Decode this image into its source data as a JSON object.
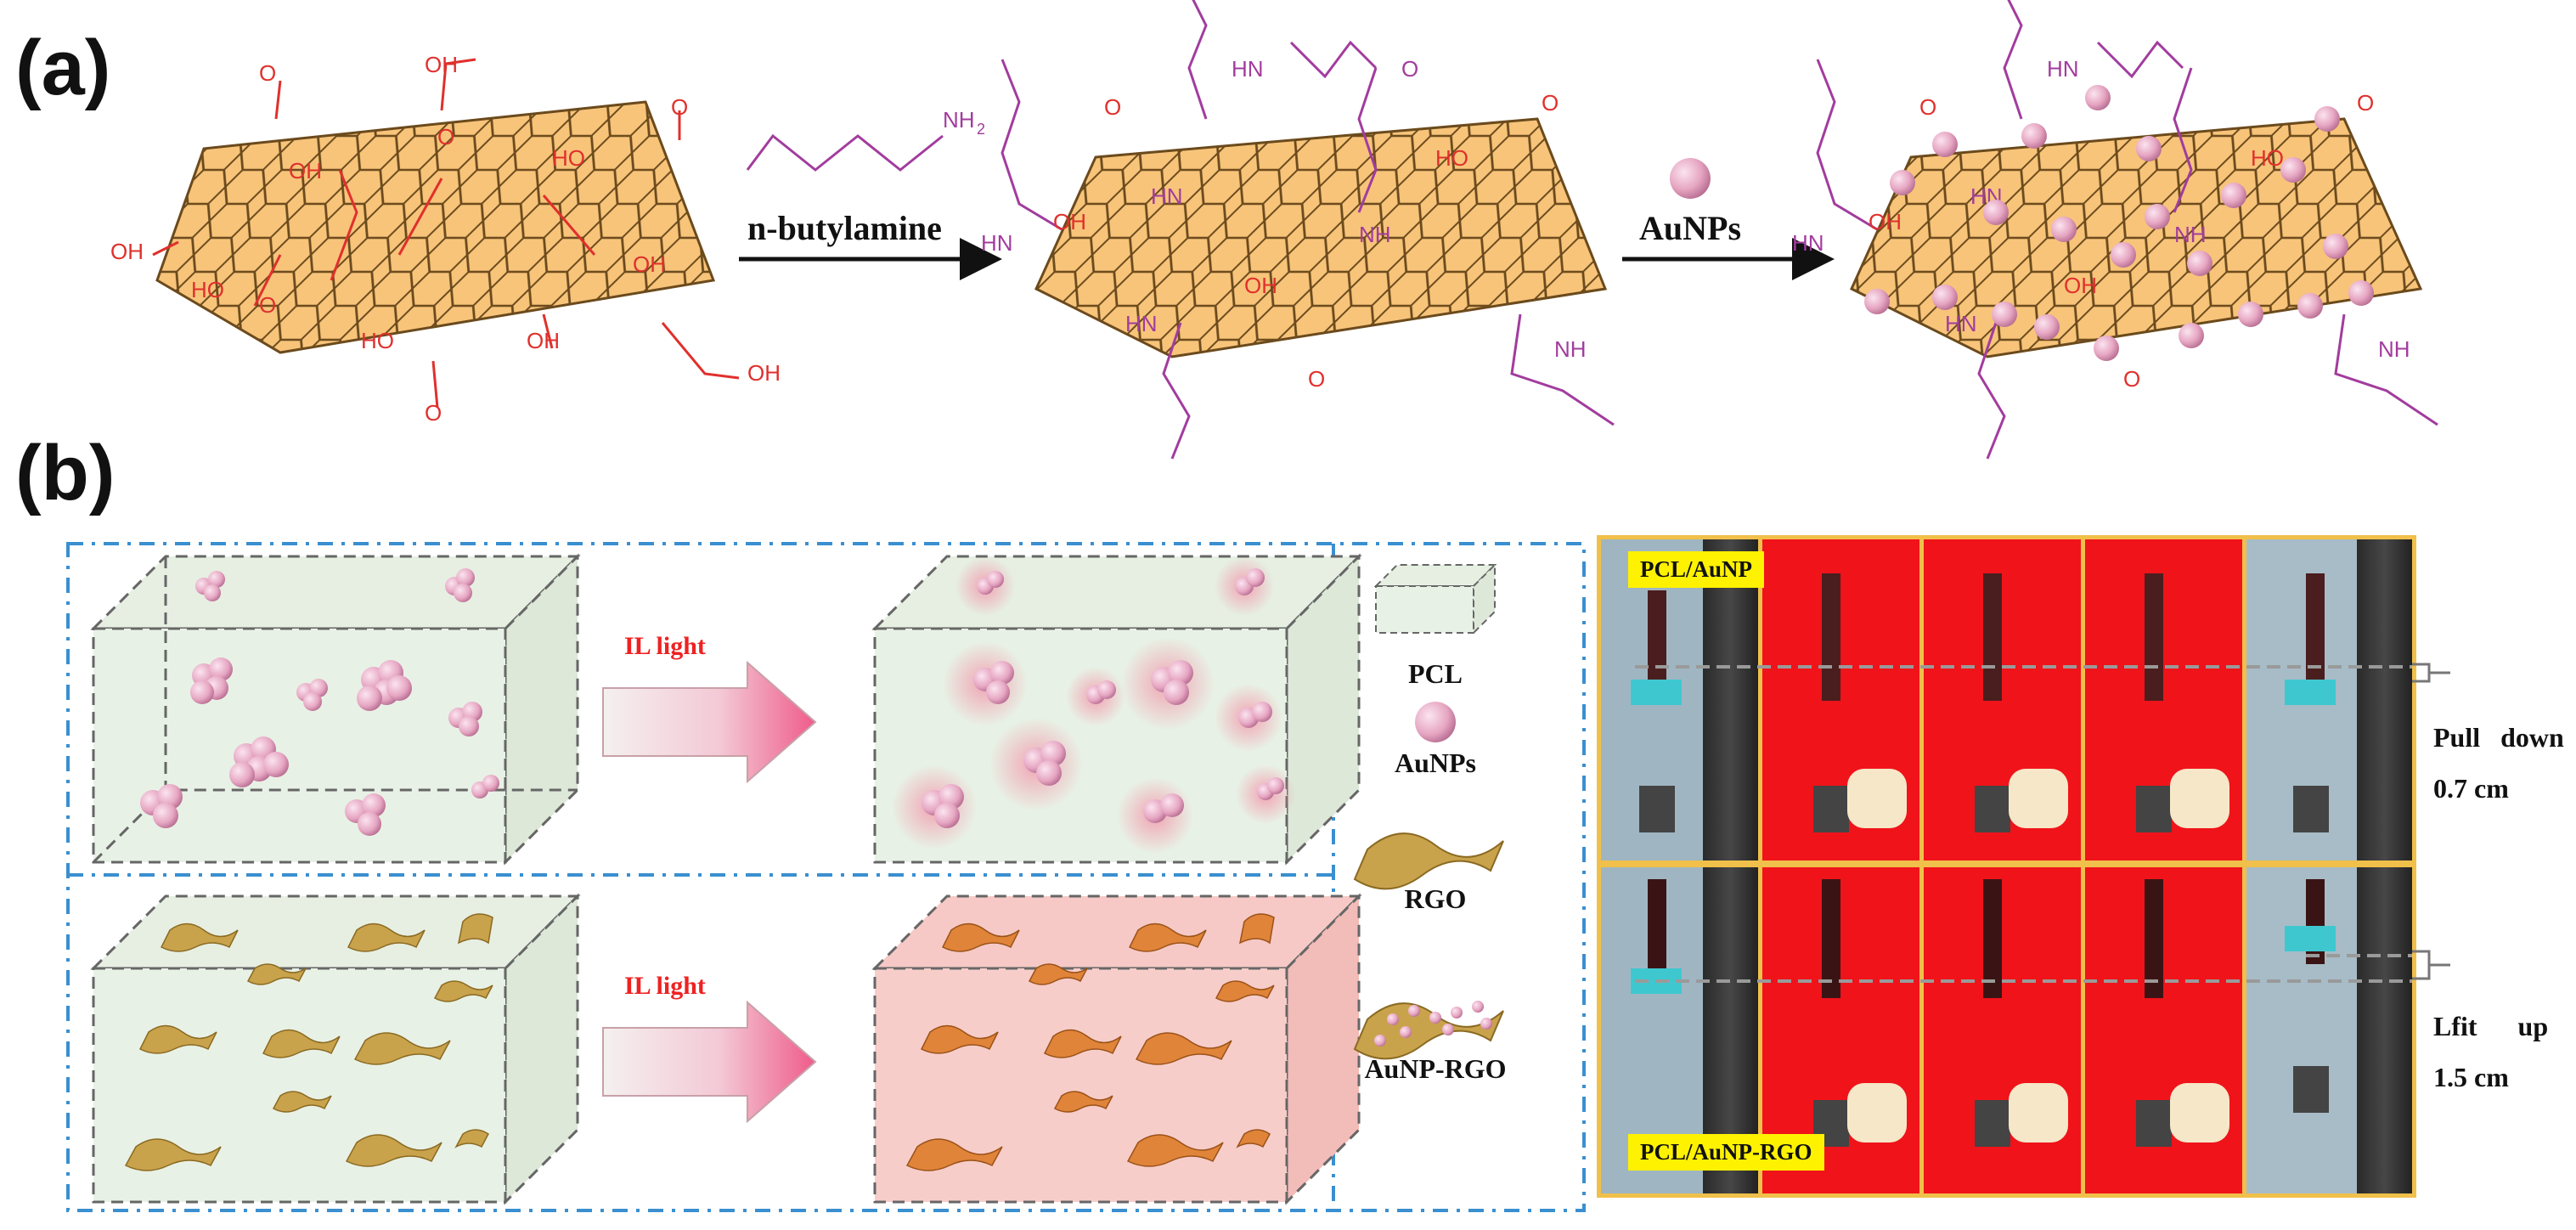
{
  "panels": {
    "a": "(a)",
    "b": "(b)"
  },
  "scheme_a": {
    "step1_label": "n-butylamine",
    "step2_label": "AuNPs",
    "groups": {
      "oh": "OH",
      "ho": "HO",
      "o": "O",
      "hn": "HN",
      "nh": "NH",
      "nh2": "NH",
      "nh2_sub": "2"
    }
  },
  "scheme_b": {
    "il_light_1": "IL light",
    "il_light_2": "IL light",
    "legend": {
      "pcl": "PCL",
      "aunps": "AuNPs",
      "rgo": "RGO",
      "aunp_rgo": "AuNP-RGO"
    }
  },
  "photo_panel": {
    "top_tag": "PCL/AuNP",
    "bottom_tag": "PCL/AuNP-RGO",
    "top_note_line1": "Pull   down",
    "top_note_line2": "0.7 cm",
    "bottom_note_line1": "Lfit      up",
    "bottom_note_line2": "1.5 cm"
  },
  "colors": {
    "sheet_fill": "#f7c47a",
    "oxygen_groups": "#e0302c",
    "amine_groups": "#a23c9e",
    "nanoparticle": "#e6a6c2",
    "frame_dashed": "#3a8fd0",
    "photo_border": "#f0c04a",
    "ir_red": "#f0131a",
    "tag_yellow": "#fff200"
  }
}
